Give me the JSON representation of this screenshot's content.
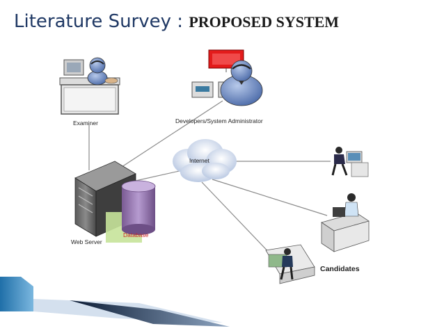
{
  "slide": {
    "title_part1": "Literature Survey : ",
    "title_part2": "PROPOSED SYSTEM"
  },
  "diagram": {
    "nodes": {
      "examiner": "Examiner",
      "developers": "Developers/System Administrator",
      "internet": "Internet",
      "web_server": "Web Server",
      "database": "Database",
      "candidates": "Candidates"
    }
  },
  "colors": {
    "title_blue": "#1f3864",
    "cloud": "#c9d6ea",
    "db_purple": "#8e6fa6",
    "db_green": "#b7d97a",
    "db_label": "#cc2222",
    "accent_blue": "#2e74b5"
  }
}
